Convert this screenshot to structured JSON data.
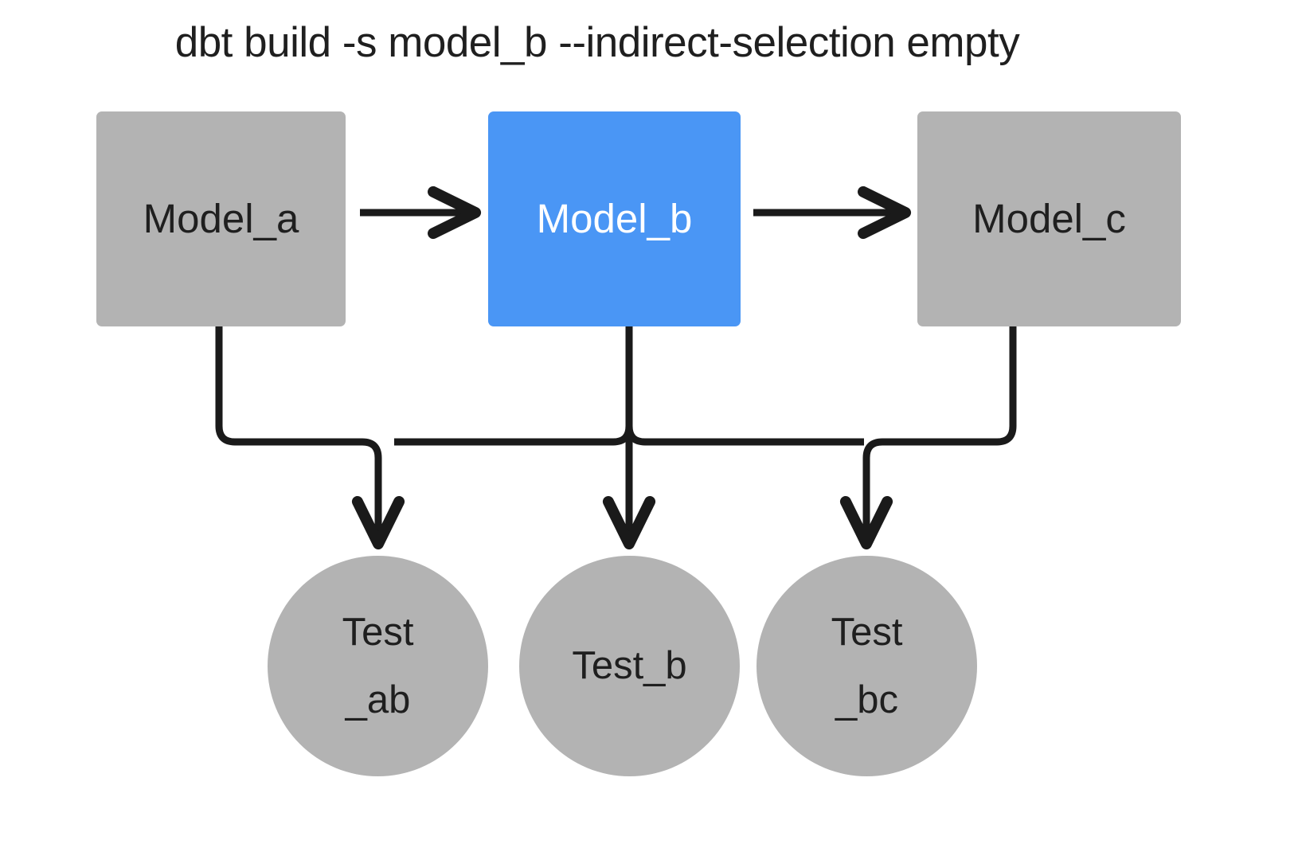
{
  "diagram": {
    "title": "dbt build -s model_b --indirect-selection empty",
    "background_color": "#ffffff",
    "node_gray": "#b3b3b3",
    "node_blue": "#4a96f5",
    "edge_color": "#1a1a1a",
    "text_dark": "#1f1f1f",
    "text_light": "#ffffff"
  },
  "models": [
    {
      "id": "model_a",
      "label": "Model_a",
      "shape": "rectangle",
      "state": "unselected"
    },
    {
      "id": "model_b",
      "label": "Model_b",
      "shape": "rectangle",
      "state": "selected"
    },
    {
      "id": "model_c",
      "label": "Model_c",
      "shape": "rectangle",
      "state": "unselected"
    }
  ],
  "tests": [
    {
      "id": "test_ab",
      "label": "Test\n_ab",
      "shape": "circle",
      "state": "unselected"
    },
    {
      "id": "test_b",
      "label": "Test_b",
      "shape": "circle",
      "state": "unselected"
    },
    {
      "id": "test_bc",
      "label": "Test\n_bc",
      "shape": "circle",
      "state": "unselected"
    }
  ],
  "edges": [
    {
      "from": "model_a",
      "to": "model_b",
      "style": "arrow"
    },
    {
      "from": "model_b",
      "to": "model_c",
      "style": "arrow"
    },
    {
      "from": "model_a",
      "to": "test_ab",
      "style": "arrow"
    },
    {
      "from": "model_b",
      "to": "test_ab",
      "style": "arrow"
    },
    {
      "from": "model_b",
      "to": "test_b",
      "style": "arrow"
    },
    {
      "from": "model_b",
      "to": "test_bc",
      "style": "arrow"
    },
    {
      "from": "model_c",
      "to": "test_bc",
      "style": "arrow"
    }
  ]
}
